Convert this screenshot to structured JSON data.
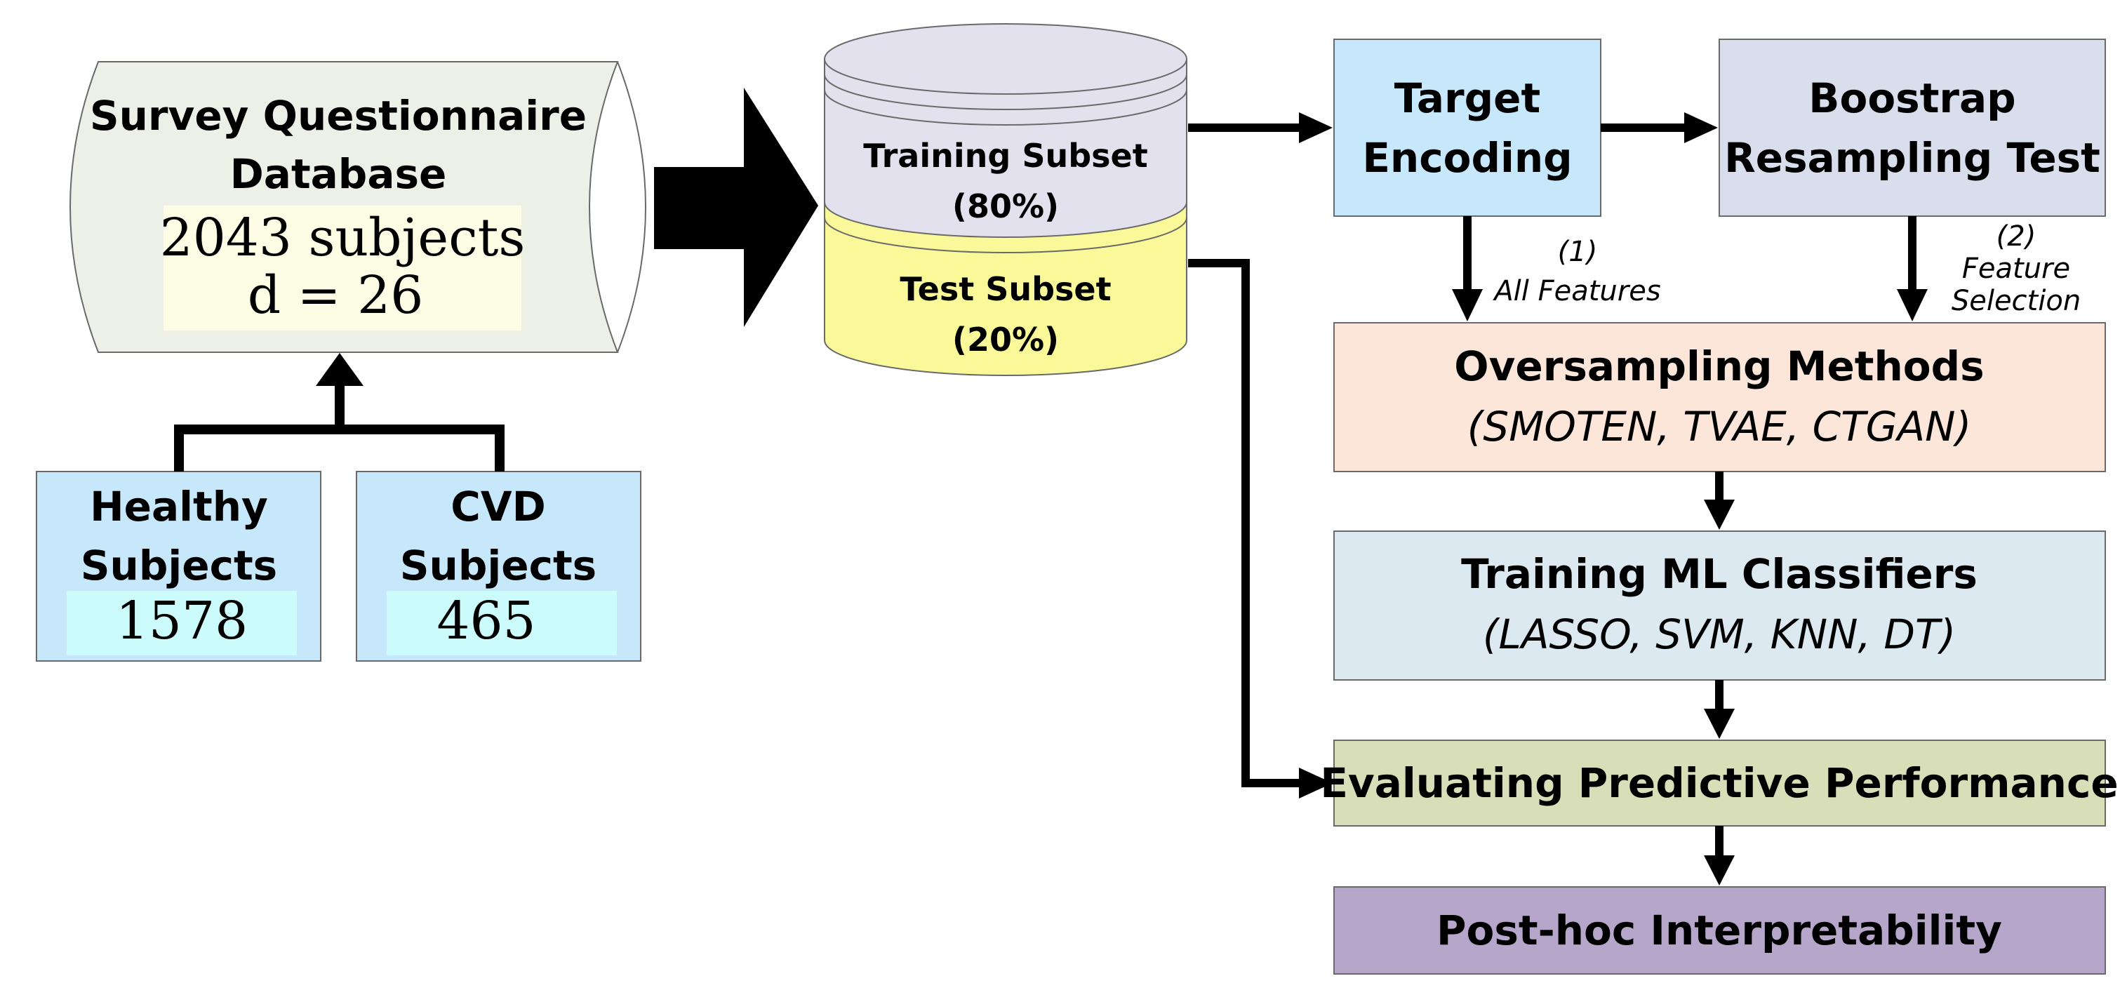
{
  "database": {
    "title_line1": "Survey Questionnaire",
    "title_line2": "Database",
    "subjects": "2043 subjects",
    "dims": "d = 26"
  },
  "healthy": {
    "line1": "Healthy",
    "line2": "Subjects",
    "count": "1578"
  },
  "cvd": {
    "line1": "CVD",
    "line2": "Subjects",
    "count": "465"
  },
  "training_subset": {
    "label": "Training Subset",
    "pct": "(80%)"
  },
  "test_subset": {
    "label": "Test Subset",
    "pct": "(20%)"
  },
  "target_encoding": {
    "line1": "Target",
    "line2": "Encoding"
  },
  "bootstrap": {
    "line1": "Boostrap",
    "line2": "Resampling Test"
  },
  "path_all_features": {
    "num": "(1)",
    "text": "All Features"
  },
  "path_feature_selection": {
    "num": "(2)",
    "line1": "Feature",
    "line2": "Selection"
  },
  "oversampling": {
    "title": "Oversampling Methods",
    "methods": "(SMOTEN, TVAE, CTGAN)"
  },
  "training_ml": {
    "title": "Training ML Classifiers",
    "methods": "(LASSO, SVM, KNN, DT)"
  },
  "evaluating": {
    "title": "Evaluating Predictive Performance"
  },
  "posthoc": {
    "title": "Post-hoc Interpretability"
  },
  "colors": {
    "database_fill": "#edf0e6",
    "database_value_bg": "#fdfde6",
    "subjects_fill": "#c7e8fb",
    "subjects_value_bg": "#ccfbfb",
    "training_fill": "#e3e1ee",
    "test_fill": "#f9f99a",
    "target_fill": "#c7e8fb",
    "bootstrap_fill": "#d9deed",
    "oversampling_fill": "#fbe6d9",
    "training_ml_fill": "#dde9f1",
    "evaluating_fill": "#d8dfb8",
    "posthoc_fill": "#b5a6ca",
    "arrow": "#000000"
  }
}
